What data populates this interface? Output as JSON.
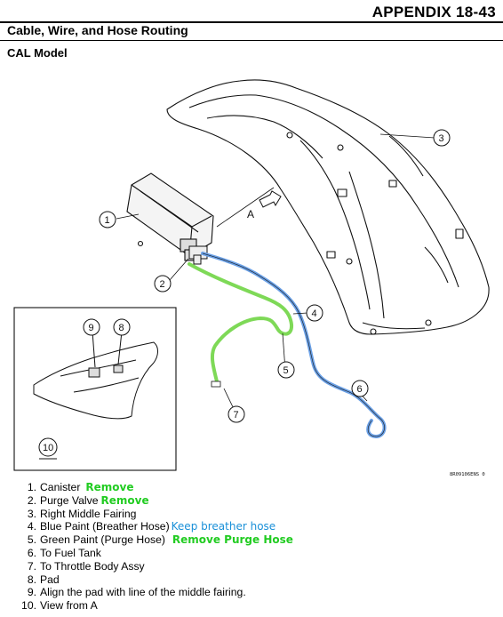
{
  "header": {
    "appendix_title": "APPENDIX 18-43",
    "section_title": "Cable, Wire, and Hose Routing",
    "model_title": "CAL Model"
  },
  "figure": {
    "code": "8R09106ENS 0",
    "view_label": "A",
    "callouts": [
      "1",
      "2",
      "3",
      "4",
      "5",
      "6",
      "7",
      "8",
      "9",
      "10"
    ]
  },
  "legend": {
    "items": [
      {
        "num": "1.",
        "text": "Canister",
        "note": "Remove",
        "note_color": "#22cc22"
      },
      {
        "num": "2.",
        "text": "Purge Valve",
        "note": "Remove",
        "note_color": "#22cc22"
      },
      {
        "num": "3.",
        "text": "Right Middle Fairing",
        "note": ""
      },
      {
        "num": "4.",
        "text": "Blue Paint (Breather Hose)",
        "note": "Keep breather hose",
        "note_color": "#1a90d8"
      },
      {
        "num": "5.",
        "text": "Green Paint (Purge Hose)",
        "note": "Remove Purge Hose",
        "note_color": "#22cc22"
      },
      {
        "num": "6.",
        "text": "To Fuel Tank",
        "note": ""
      },
      {
        "num": "7.",
        "text": "To Throttle Body Assy",
        "note": ""
      },
      {
        "num": "8.",
        "text": "Pad",
        "note": ""
      },
      {
        "num": "9.",
        "text": "Align the pad with line of the middle fairing.",
        "note": ""
      },
      {
        "num": "10.",
        "text": "View from A",
        "note": ""
      }
    ]
  },
  "colors": {
    "blue_hose": "#6aa0e6",
    "green_hose": "#7ed957",
    "note_green": "#22cc22",
    "note_blue": "#1a90d8"
  }
}
